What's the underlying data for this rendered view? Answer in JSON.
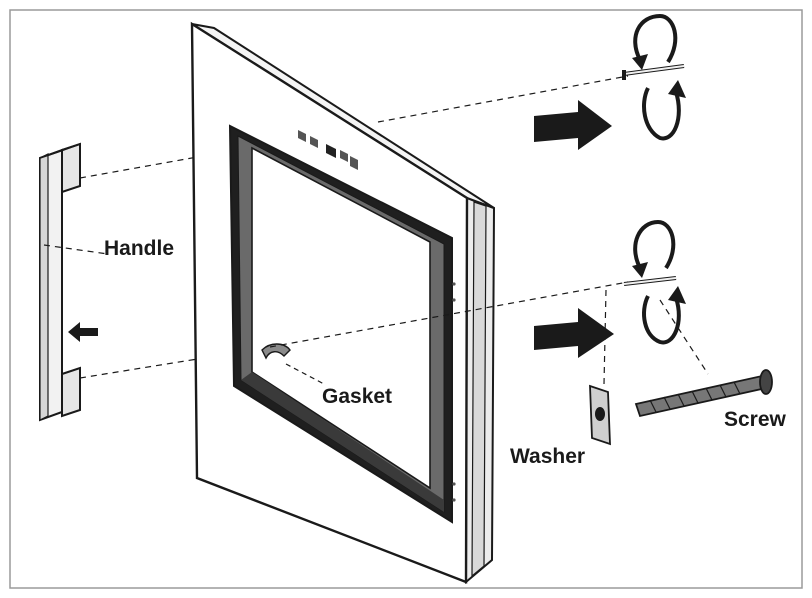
{
  "labels": {
    "handle": "Handle",
    "gasket": "Gasket",
    "washer": "Washer",
    "screw": "Screw"
  },
  "colors": {
    "line": "#1a1a1a",
    "fill_light": "#ececec",
    "fill_mid": "#cfcfcf",
    "fill_dark": "#555555",
    "background": "#ffffff"
  },
  "icons": {
    "push_arrow": "arrow-right-icon",
    "pull_arrow": "arrow-left-icon",
    "rotate": "rotate-cw-icon"
  }
}
